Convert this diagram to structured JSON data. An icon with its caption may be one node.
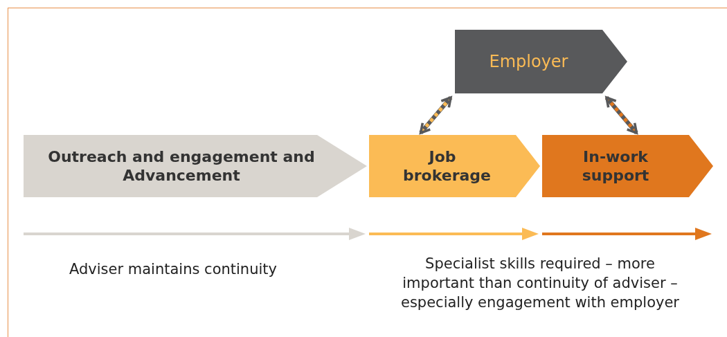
{
  "diagram": {
    "nodes": [
      {
        "text": [
          "Employer"
        ]
      },
      {
        "text": [
          "Outreach and engagement and Advancement"
        ]
      },
      {
        "text": [
          "Job brokerage"
        ]
      },
      {
        "text": [
          "In-work support"
        ]
      }
    ],
    "edges": [
      {
        "from": 0,
        "to": 2,
        "arrow": "both",
        "style": "dashed",
        "color": "#fbbb55"
      },
      {
        "from": 0,
        "to": 3,
        "arrow": "both",
        "style": "dashed",
        "color": "#e0771e"
      }
    ],
    "labels": [
      "Adviser maintains continuity",
      "Specialist skills required – more important than continuity of adviser – especially engagement with employer"
    ]
  }
}
